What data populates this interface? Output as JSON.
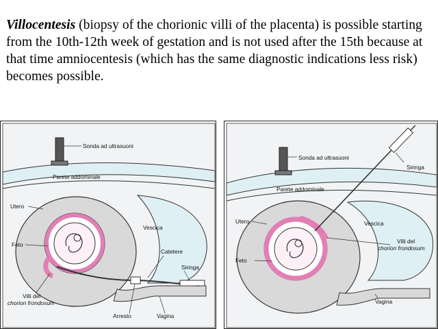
{
  "intro": {
    "term": "Villocentesis",
    "rest": " (biopsy of the chorionic villi of the placenta) is possible starting from the 10th-12th week of gestation and is not used after the 15th because at that time amniocentesis (which has the same diagnostic indications less risk) becomes possible."
  },
  "figure_left": {
    "labels": {
      "probe": "Sonda ad ultrasuoni",
      "abdominal_wall": "Parete addominale",
      "uterus": "Utero",
      "bladder": "Vescica",
      "fetus": "Feto",
      "catheter": "Catetere",
      "syringe": "Siringa",
      "villi_line1": "Villi del",
      "villi_line2": "chorion frondosum",
      "stop": "Arresto",
      "vagina": "Vagina"
    }
  },
  "figure_right": {
    "labels": {
      "probe": "Sonda ad ultrasuoni",
      "syringe": "Siringa",
      "abdominal_wall": "Parete addominale",
      "uterus": "Utero",
      "bladder": "Vescica",
      "villi_line1": "Villi del",
      "villi_line2": "chorion frondosum",
      "fetus": "Feto",
      "vagina": "Vagina"
    }
  },
  "colors": {
    "pink": "#e27fb5",
    "pink_light": "#f3c6de",
    "blue_fill": "#dff0f5",
    "gray_fill": "#d9d9d9",
    "frame_fill": "#f1f3f4"
  }
}
